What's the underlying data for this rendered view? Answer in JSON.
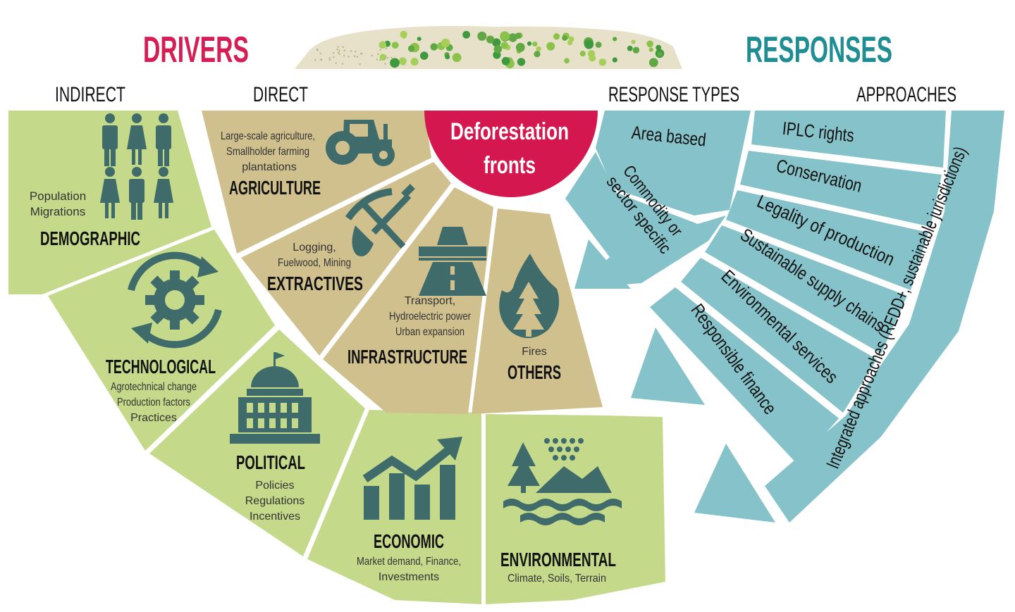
{
  "header": {
    "drivers": "DRIVERS",
    "responses": "RESPONSES",
    "indirect": "INDIRECT",
    "direct": "DIRECT",
    "response_types": "RESPONSE TYPES",
    "approaches": "APPROACHES"
  },
  "center": {
    "line1": "Deforestation",
    "line2": "fronts"
  },
  "indirect": {
    "demographic": {
      "title": "DEMOGRAPHIC",
      "lines": [
        "Population",
        "Migrations"
      ]
    },
    "technological": {
      "title": "TECHNOLOGICAL",
      "lines": [
        "Agrotechnical change",
        "Production factors",
        "Practices"
      ]
    },
    "political": {
      "title": "POLITICAL",
      "lines": [
        "Policies",
        "Regulations",
        "Incentives"
      ]
    },
    "economic": {
      "title": "ECONOMIC",
      "lines": [
        "Market demand, Finance,",
        "Investments"
      ]
    },
    "environmental": {
      "title": "ENVIRONMENTAL",
      "lines": [
        "Climate, Soils, Terrain"
      ]
    }
  },
  "direct": {
    "agriculture": {
      "title": "AGRICULTURE",
      "lines": [
        "Large-scale agriculture,",
        "Smallholder farming",
        "plantations"
      ]
    },
    "extractives": {
      "title": "EXTRACTIVES",
      "lines": [
        "Logging,",
        "Fuelwood, Mining"
      ]
    },
    "infrastructure": {
      "title": "INFRASTRUCTURE",
      "lines": [
        "Transport,",
        "Hydroelectric power",
        "Urban expansion"
      ]
    },
    "others": {
      "title": "OTHERS",
      "lines": [
        "Fires"
      ]
    }
  },
  "response_types": {
    "area_based": "Area based",
    "commodity_line1": "Commodity or",
    "commodity_line2": "sector specific"
  },
  "approaches": {
    "items": [
      "IPLC rights",
      "Conservation",
      "Legality of production",
      "Sustainable supply chains",
      "Environmental services",
      "Responsible finance"
    ],
    "integrated": "Integrated approaches (REDD+, sustainable jurisdictions)"
  },
  "icons": [
    "people-icon",
    "gear-cycle-icon",
    "government-building-icon",
    "growth-chart-icon",
    "mountain-water-icon",
    "tractor-icon",
    "pickaxe-shovel-icon",
    "road-icon",
    "fire-tree-icon",
    "forest-landscape-icon"
  ],
  "colors": {
    "drivers_title": "#d41e55",
    "responses_title": "#1f8d92",
    "indirect_fill": "#c4da8a",
    "direct_fill": "#d0c08e",
    "response_fill": "#86c2c9",
    "center_fill": "#d4174f",
    "icon": "#3f6b6b"
  }
}
